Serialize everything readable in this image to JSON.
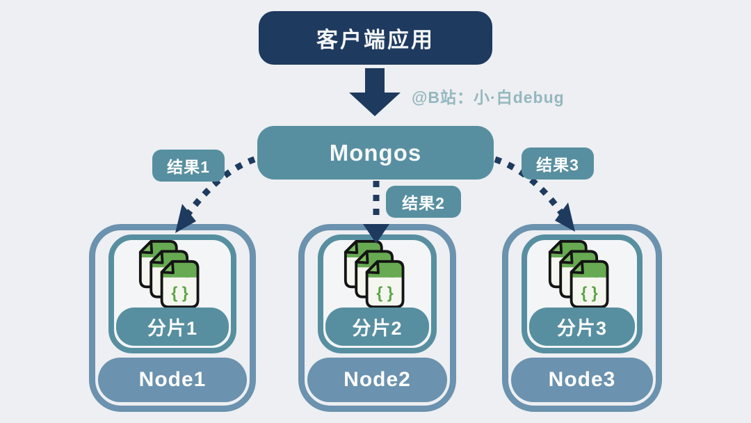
{
  "watermark": {
    "text": "@B站：小·白debug"
  },
  "client_box": {
    "label": "客户端应用"
  },
  "router": {
    "label": "Mongos"
  },
  "results": [
    {
      "label": "结果1"
    },
    {
      "label": "结果2"
    },
    {
      "label": "结果3"
    }
  ],
  "nodes": [
    {
      "name": "Node1",
      "shard": "分片1"
    },
    {
      "name": "Node2",
      "shard": "分片2"
    },
    {
      "name": "Node3",
      "shard": "分片3"
    }
  ],
  "doc_icon": {
    "braces": "{ }"
  },
  "colors": {
    "background": "#edeff2",
    "navy": "#1e3a5f",
    "teal": "#578fa0",
    "blue_gray": "#6b92ae",
    "doc_green": "#67aa52",
    "doc_flap_green": "#7cbb62",
    "doc_body": "#f6f6f1",
    "watermark": "#95b7bf"
  }
}
